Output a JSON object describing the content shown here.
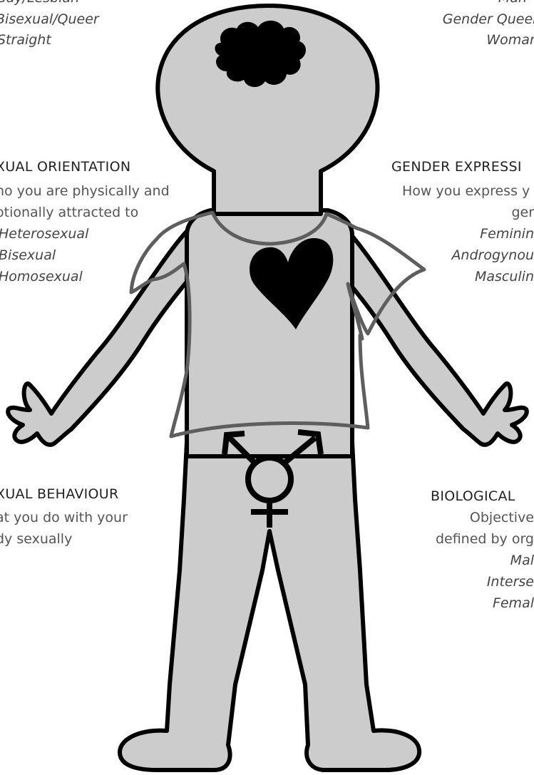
{
  "colors": {
    "body_fill": "#cccccc",
    "outline": "#000000",
    "clothing_outline": "#5e5e5e",
    "symbol": "#000000",
    "heading_text": "#222222",
    "body_text": "#555555"
  },
  "icons": [
    "brain-icon",
    "heart-icon",
    "transgender-symbol-icon"
  ],
  "top_left": {
    "items": [
      "Gay/Lesbian",
      "Bisexual/Queer",
      "Straight"
    ]
  },
  "top_right": {
    "items": [
      "Man",
      "Gender Queer",
      "Woman"
    ]
  },
  "sexual_orientation": {
    "title": "XUAL ORIENTATION",
    "desc": [
      "ho you are physically and",
      "otionally attracted to"
    ],
    "items": [
      "Heterosexual",
      "Bisexual",
      "Homosexual"
    ]
  },
  "gender_expression": {
    "title": "GENDER EXPRESSI",
    "desc": [
      "How you express y",
      "ger"
    ],
    "items": [
      "Feminin",
      "Androgynou",
      "Masculin"
    ]
  },
  "sexual_behaviour": {
    "title": "XUAL BEHAVIOUR",
    "desc": [
      "at you do with your",
      "dy sexually"
    ]
  },
  "biological_sex": {
    "title": "BIOLOGICAL",
    "desc": [
      "Objective",
      "defined by org"
    ],
    "items": [
      "Mal",
      "Interse",
      "Femal"
    ]
  }
}
